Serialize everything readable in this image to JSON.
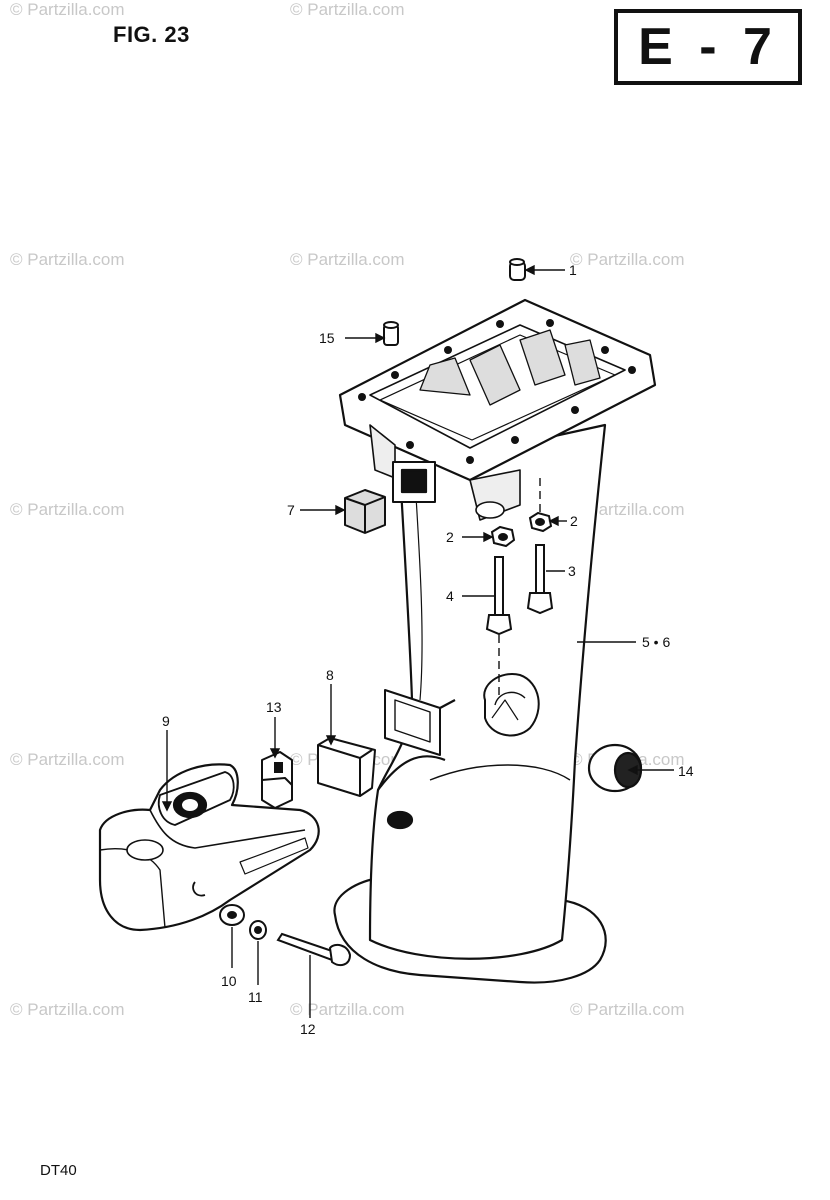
{
  "header": {
    "figure": "FIG. 23",
    "page_code": "E - 7"
  },
  "footer": {
    "model": "DT40"
  },
  "watermark": {
    "text": "© Partzilla.com",
    "color": "#c8c8c8"
  },
  "callouts": [
    {
      "id": "1",
      "text": "1"
    },
    {
      "id": "2a",
      "text": "2"
    },
    {
      "id": "2b",
      "text": "2"
    },
    {
      "id": "3",
      "text": "3"
    },
    {
      "id": "4",
      "text": "4"
    },
    {
      "id": "5",
      "text": "5 • 6"
    },
    {
      "id": "7",
      "text": "7"
    },
    {
      "id": "8",
      "text": "8"
    },
    {
      "id": "9",
      "text": "9"
    },
    {
      "id": "10",
      "text": "10"
    },
    {
      "id": "11",
      "text": "11"
    },
    {
      "id": "12",
      "text": "12"
    },
    {
      "id": "13",
      "text": "13"
    },
    {
      "id": "14",
      "text": "14"
    },
    {
      "id": "15",
      "text": "15"
    }
  ]
}
